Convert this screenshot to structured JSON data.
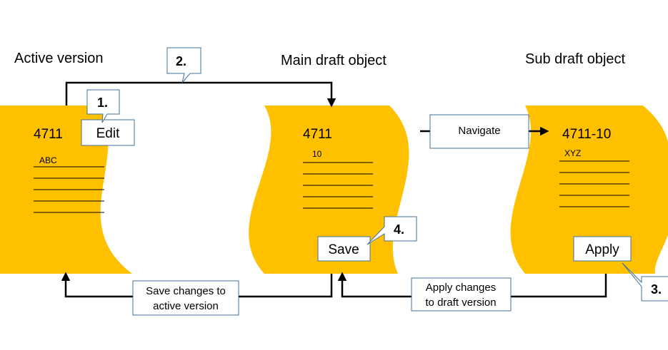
{
  "headings": {
    "active": "Active version",
    "main_draft": "Main draft object",
    "sub_draft": "Sub draft object"
  },
  "documents": {
    "active": {
      "id": "4711",
      "field": "ABC",
      "button": "Edit"
    },
    "main_draft": {
      "id": "4711",
      "field": "10",
      "button": "Save"
    },
    "sub_draft": {
      "id": "4711-10",
      "field": "XYZ",
      "button": "Apply"
    }
  },
  "step_labels": {
    "edit": "1.",
    "create_draft": "2.",
    "apply": "3.",
    "save": "4."
  },
  "connector_labels": {
    "navigate": "Navigate",
    "save_changes_line1": "Save changes to",
    "save_changes_line2": "active version",
    "apply_changes_line1": "Apply changes",
    "apply_changes_line2": "to draft version"
  },
  "colors": {
    "document_fill": "#FFC000",
    "box_border": "#41719C",
    "line": "#000000"
  }
}
